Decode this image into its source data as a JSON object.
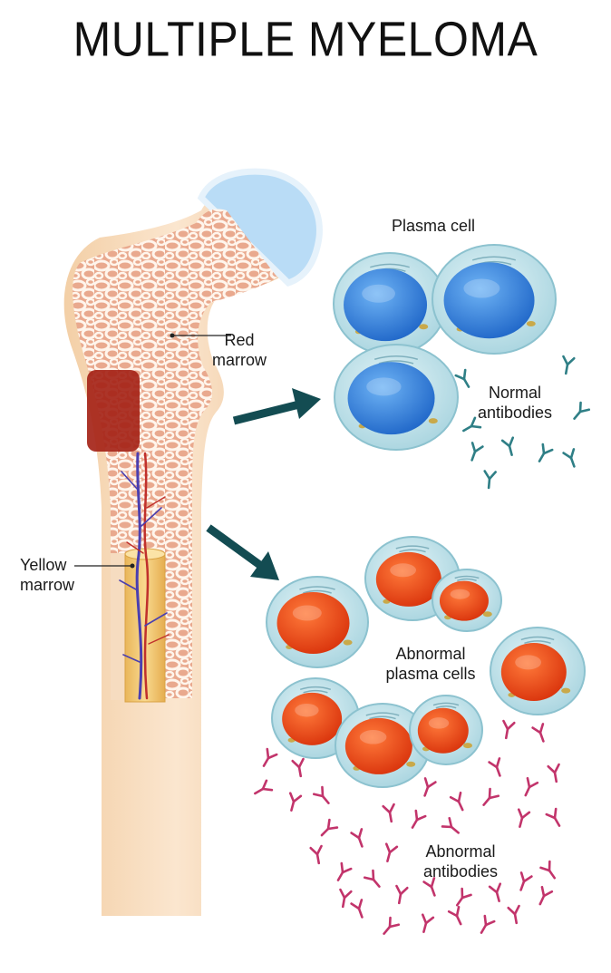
{
  "title": "MULTIPLE MYELOMA",
  "labels": {
    "plasma_cell": "Plasma cell",
    "red_marrow_1": "Red",
    "red_marrow_2": "marrow",
    "yellow_marrow_1": "Yellow",
    "yellow_marrow_2": "marrow",
    "normal_antibodies_1": "Normal",
    "normal_antibodies_2": "antibodies",
    "abnormal_cells_1": "Abnormal",
    "abnormal_cells_2": "plasma cells",
    "abnormal_antibodies_1": "Abnormal",
    "abnormal_antibodies_2": "antibodies"
  },
  "colors": {
    "bone": "#f6d9b8",
    "spongy": "#f3c7b3",
    "red_marrow": "#a52418",
    "yellow_marrow": "#f2c46b",
    "cartilage": "#b9dcf6",
    "cell_membrane": "#bfe3ec",
    "normal_nucleus": "#2f7fdc",
    "abnormal_nucleus": "#f04a14",
    "normal_antibody": "#2f7f86",
    "abnormal_antibody": "#c2346b",
    "arrow": "#134c52"
  }
}
